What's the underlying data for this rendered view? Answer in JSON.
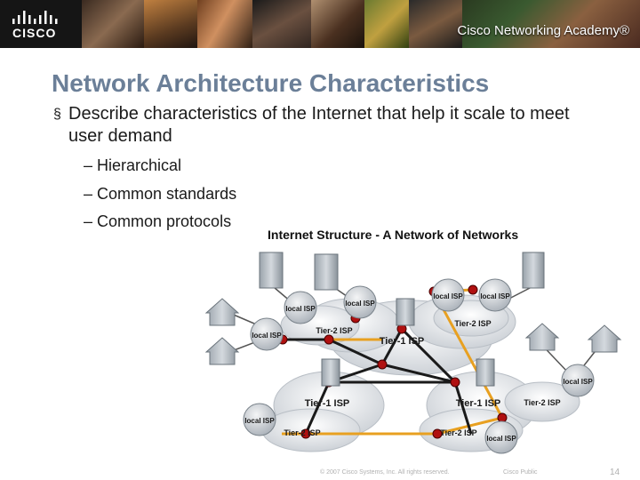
{
  "header": {
    "logo_text": "CISCO",
    "academy_label": "Cisco Networking Academy®"
  },
  "slide": {
    "title": "Network Architecture Characteristics",
    "bullet_marker": "§",
    "bullet": "Describe characteristics of the Internet that help it scale to meet user demand",
    "sub_bullets": [
      "– Hierarchical",
      "– Common standards",
      "– Common protocols"
    ]
  },
  "figure": {
    "caption": "Internet Structure - A Network of Networks",
    "labels": {
      "tier1_top": "Tier-1 ISP",
      "tier1_left": "Tier-1 ISP",
      "tier1_right": "Tier-1 ISP",
      "tier2_upper_left": "Tier-2 ISP",
      "tier2_upper_right": "Tier-2 ISP",
      "tier2_lower_left": "Tier-2 ISP",
      "tier2_lower_mid": "Tier-2 ISP",
      "tier2_right": "Tier-2 ISP",
      "local_isp": "local ISP"
    }
  },
  "footer": {
    "copyright": "© 2007 Cisco Systems, Inc. All rights reserved.",
    "classification": "Cisco Public",
    "page_number": "14"
  }
}
